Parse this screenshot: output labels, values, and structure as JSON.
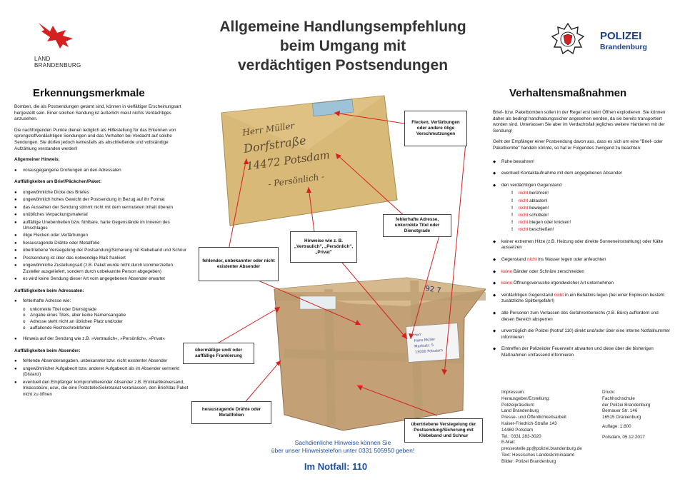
{
  "header": {
    "land_logo_line1": "LAND",
    "land_logo_line2": "BRANDENBURG",
    "title_line1": "Allgemeine Handlungsempfehlung",
    "title_line2": "beim Umgang mit",
    "title_line3": "verdächtigen Postsendungen",
    "police_line1": "POLIZEI",
    "police_line2": "Brandenburg"
  },
  "left": {
    "heading": "Erkennungsmerkmale",
    "intro1": "Bomben, die als Postsendungen getarnt sind, können in vielfältiger Erscheinungsart hergestellt sein. Einer solchen Sendung ist äußerlich meist nichts Verdächtiges anzusehen.",
    "intro2": "Die nachfolgenden Punkte dienen lediglich als Hilfestellung für das Erkennen von sprengstoffverdächtigen Sendungen und das Verhalten bei Verdacht auf solche Sendungen. Sie dürfen jedoch keinesfalls als abschließende und vollständige Aufzählung verstanden werden!",
    "sec_general": "Allgemeiner Hinweis:",
    "general_items": [
      "vorausgegangene Drohungen an den Adressaten"
    ],
    "sec_letter": "Auffälligkeiten am Brief/Päckchen/Paket:",
    "letter_items": [
      "ungewöhnliche Dicke des Briefes",
      "ungewöhnlich hohes Gewicht der Postsendung in Bezug auf ihr Format",
      "das Aussehen der Sendung stimmt nicht mit dem vermuteten Inhalt überein",
      "unübliches Verpackungsmaterial",
      "auffällige Unebenheiten bzw. fühlbare, harte Gegenstände im Inneren des Umschlages",
      "ölige Flecken oder Verfärbungen",
      "herausragende Drähte oder Metallfolie",
      "übertriebene Versiegelung der Postsendung/Sicherung mit Klebeband und Schnur",
      "Postsendung ist über das notwendige Maß frankiert",
      "ungewöhnliche Zustellungsart (z.B. Paket wurde nicht durch kommerzielten Zusteller ausgeliefert, sondern durch unbekannte Person abgegeben)",
      "es wird keine Sendung dieser Art vom angegebenen Absender erwartet"
    ],
    "sec_recipient": "Auffälligkeiten beim Adressaten:",
    "recipient_items": [
      "fehlerhafte Adresse wie:"
    ],
    "recipient_sub": [
      "unkorrekte Titel oder Dienstgrade",
      "Angabe eines Titels, aber keine Namensangabe",
      "Adresse steht nicht an üblichen Platz und/oder",
      "auffallende Rechtschreibfehler"
    ],
    "recipient_items2": [
      "Hinweis auf der Sendung wie z.B. »Vertraulich«, »Persönlich«, »Privat«"
    ],
    "sec_sender": "Auffälligkeiten beim Absender:",
    "sender_items": [
      "fehlende Absenderangaben, unbekannter bzw. nicht existenter Absender",
      "ungewöhnlicher Aufgabeort bzw. anderer Aufgabeort als im Absender vermerkt (Distanz)",
      "eventuell den Empfänger kompromittierender Absender z.B. Erotikartikelversand, Inkassobüro, usw., die eine Poststelle/Sekretariat veranlassen, den Brief/das Paket nicht zu öffnen"
    ]
  },
  "right": {
    "heading": "Verhaltensmaßnahmen",
    "intro1": "Brief- bzw. Paketbomben sollen in der Regel erst beim Öffnen explodieren. Sie können daher als bedingt handhabungssicher angesehen werden, da sie bereits transportiert worden sind. Unterlassen Sie aber im Verdachtsfall jegliches weitere Hantieren mit der Sendung!",
    "intro2": "Geht der Empfänger einer Postsendung davon aus, dass es sich um eine \"Brief- oder Paketbombe\" handeln könnte, so hat er Folgendes zwingend zu beachten:",
    "item_calm": "Ruhe bewahren!",
    "item_contact": "eventuell Kontaktaufnahme mit dem angegebenen Absender",
    "item_object": "den verdächtigen Gegenstand",
    "nicht": "nicht",
    "object_sub": [
      "berühren!",
      "ablasten!",
      "bewegen!",
      "schütteln!",
      "biegen oder knicken!",
      "beschießen!"
    ],
    "item_heat": "keiner extremen Hitze (z.B. Heizung oder direkte Sonneneinstrahlung) oder Kälte aussetzen",
    "item_water_a": "Gegenstand",
    "item_water_b": "ins Wasser legen oder anfeuchten",
    "keine": "keine",
    "item_cords": "Bänder oder Schnüre zerschneiden",
    "item_open": "Öffnungsversuche irgendwelcher Art unternehmen",
    "item_container_a": "verdächtigen Gegenstand",
    "item_container_b": "in ein Behältnis legen (bei einer Explosion besteht zusätzliche Splittergefahr!)",
    "item_evacuate": "alle Personen zum Verlassen des Gefahrenbereichs (z.B. Büro) auffordern und diesen Bereich absperren",
    "item_police": "unverzüglich die Polizei (Notruf 110) direkt und/oder über eine interne Notfallnummer informieren",
    "item_wait": "Eintreffen der Polizei/der Feuerwehr abwarten und diese über die bisherigen Maßnahmen umfassend informieren"
  },
  "imprint": {
    "col1": [
      "Impressum:",
      "Herausgeber/Erstellung:",
      "Polizeipräsidium",
      "Land Brandenburg",
      "Presse- und Öffentlichkeitsarbeit",
      "Kaiser-Friedrich-Straße 143",
      "14469 Potsdam",
      "Tel.: 0331 283-3020",
      "E-Mail:",
      "pressestelle.pp@polizei.brandenburg.de",
      "Text: Hessisches Landeskriminalamt",
      "Bilder: Polizei Brandenburg"
    ],
    "col2": [
      "Druck:",
      "Fachhochschule",
      "der Polizei Brandenburg",
      "Bernauer Str. 146",
      "16515 Oranienburg",
      "Auflage: 1.600",
      "Potsdam, 05.12.2017"
    ]
  },
  "callouts": {
    "stains": "Flecken, Verfärbungen oder andere ölige Verschmutzungen",
    "address": "fehlerhafte Adresse, unkorrekte Titel oder Dienstgrade",
    "labels": "Hinweise wie z. B. „Vertraulich\", „Persönlich\", „Privat\"",
    "sender": "fehlender, unbekannter oder nicht existenter Absender",
    "postage": "übermäßige und/ oder auffällige Frankierung",
    "wires": "herausragende Drähte oder Metallfolien",
    "sealing": "übertriebene Versiegelung der Postsendung/Sicherung mit Klebeband und Schnur"
  },
  "envelope": {
    "line1": "Herr Müller",
    "line2": "Dorfstraße",
    "line3": "14472 Potsdam",
    "line4": "- Persönlich -"
  },
  "package": {
    "marking": "92 7",
    "label1": "Herr",
    "label2": "Hans Müller",
    "label3": "Marktstr. 5",
    "label4": "13000 Potsdam"
  },
  "footer": {
    "hint_line1": "Sachdienliche Hinweise können Sie",
    "hint_line2": "über unser Hinweistelefon unter 0331 505950 geben!",
    "emergency": "Im Notfall: 110"
  },
  "colors": {
    "accent_red": "#d62020",
    "police_blue": "#1d3f84",
    "hint_blue": "#1d4fa3"
  }
}
